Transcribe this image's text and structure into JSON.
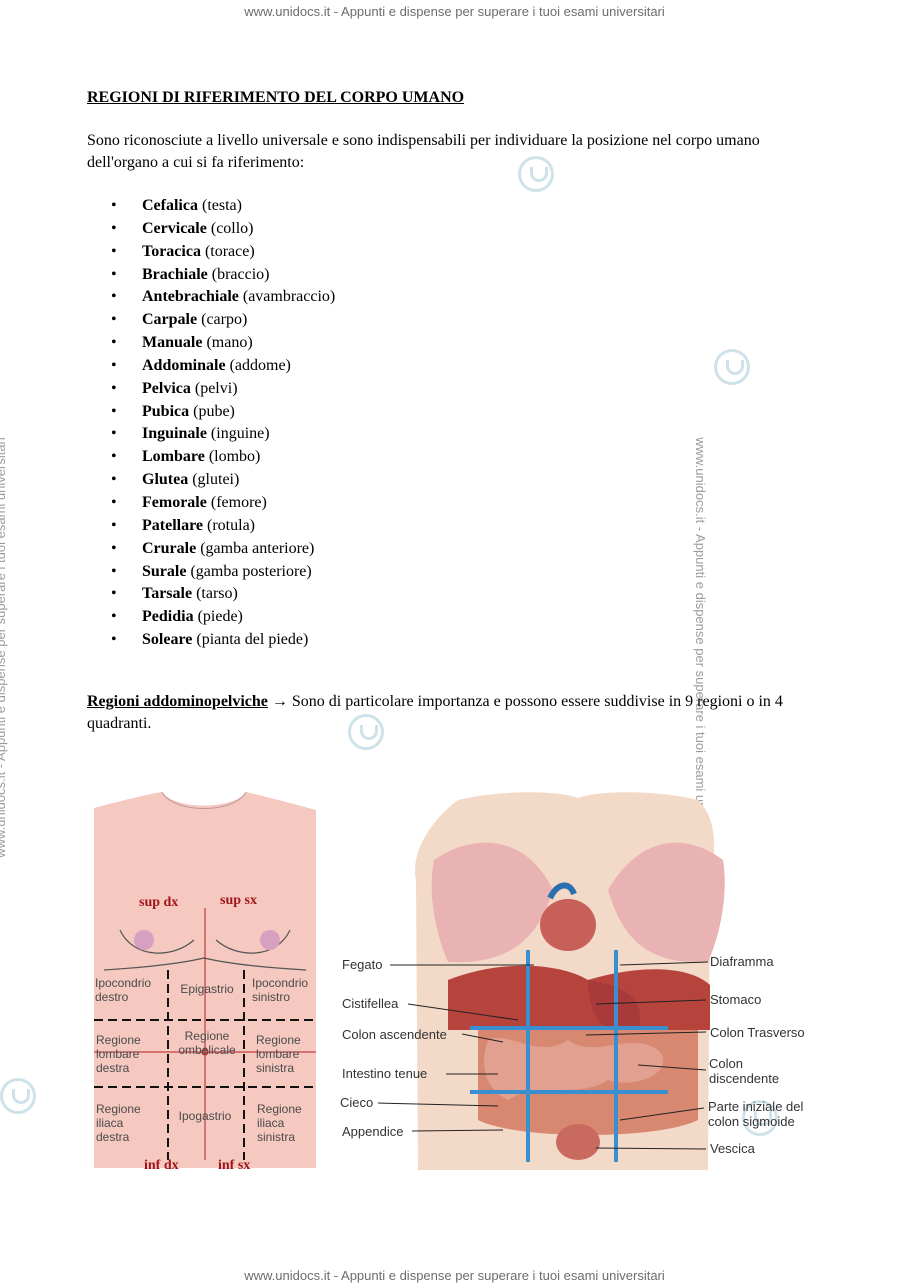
{
  "watermark": {
    "header_text": "www.unidocs.it - Appunti e dispense per superare i tuoi esami universitari",
    "footer_text": "www.unidocs.it - Appunti e dispense per superare i tuoi esami universitari",
    "side_text": "www.unidocs.it - Appunti e dispense per superare i tuoi esami universitari",
    "logo_icon": "unidocs-logo-icon"
  },
  "document": {
    "title": "REGIONI DI RIFERIMENTO DEL CORPO UMANO",
    "intro": "Sono riconosciute a livello universale e sono indispensabili per individuare la posizione nel corpo umano dell'organo a cui si fa riferimento:",
    "bullet_char": "•",
    "regions": [
      {
        "name": "Cefalica",
        "desc": " (testa)"
      },
      {
        "name": "Cervicale",
        "desc": " (collo)"
      },
      {
        "name": "Toracica",
        "desc": " (torace)"
      },
      {
        "name": "Brachiale",
        "desc": " (braccio)"
      },
      {
        "name": "Antebrachiale",
        "desc": " (avambraccio)"
      },
      {
        "name": "Carpale",
        "desc": " (carpo)"
      },
      {
        "name": "Manuale",
        "desc": " (mano)"
      },
      {
        "name": "Addominale",
        "desc": " (addome)"
      },
      {
        "name": "Pelvica",
        "desc": " (pelvi)"
      },
      {
        "name": "Pubica",
        "desc": " (pube)"
      },
      {
        "name": "Inguinale",
        "desc": " (inguine)"
      },
      {
        "name": "Lombare",
        "desc": " (lombo)"
      },
      {
        "name": "Glutea",
        "desc": " (glutei)"
      },
      {
        "name": "Femorale",
        "desc": " (femore)"
      },
      {
        "name": "Patellare",
        "desc": " (rotula)"
      },
      {
        "name": "Crurale",
        "desc": " (gamba anteriore)"
      },
      {
        "name": "Surale",
        "desc": " (gamba posteriore)"
      },
      {
        "name": "Tarsale",
        "desc": " (tarso)"
      },
      {
        "name": "Pedidia",
        "desc": " (piede)"
      },
      {
        "name": "Soleare",
        "desc": " (pianta del piede)"
      }
    ],
    "addominopelviche": {
      "lead": "Regioni addominopelviche",
      "arrow": " → ",
      "text": "Sono di particolare importanza e possono essere suddivise in 9 regioni o in 4 quadranti."
    }
  },
  "figure_regions": {
    "quadrants": {
      "sup_dx": "sup dx",
      "sup_sx": "sup sx",
      "inf_dx": "inf dx",
      "inf_sx": "inf sx"
    },
    "regions": {
      "ipocondrio_destro": "Ipocondrio destro",
      "epigastrio": "Epigastrio",
      "ipocondrio_sinistro": "Ipocondrio sinistro",
      "regione_lombare_destra": "Regione lombare destra",
      "regione_ombelicale": "Regione ombelicale",
      "regione_lombare_sinistra": "Regione lombare sinistra",
      "regione_iliaca_destra": "Regione iliaca destra",
      "ipogastrio": "Ipogastrio",
      "regione_iliaca_sinistra": "Regione iliaca sinistra"
    }
  },
  "figure_organs": {
    "left_labels": [
      "Fegato",
      "Cistifellea",
      "Colon ascendente",
      "Intestino tenue",
      "Cieco",
      "Appendice"
    ],
    "right_labels": [
      "Diaframma",
      "Stomaco",
      "Colon Trasverso",
      "Colon discendente",
      "Parte iniziale del colon sigmoide",
      "Vescica"
    ]
  },
  "colors": {
    "skin": "#f6c9c0",
    "region_red": "#a0141b",
    "grid_blue": "#3a8fd0",
    "watermark_gray": "#9c9c9c"
  }
}
